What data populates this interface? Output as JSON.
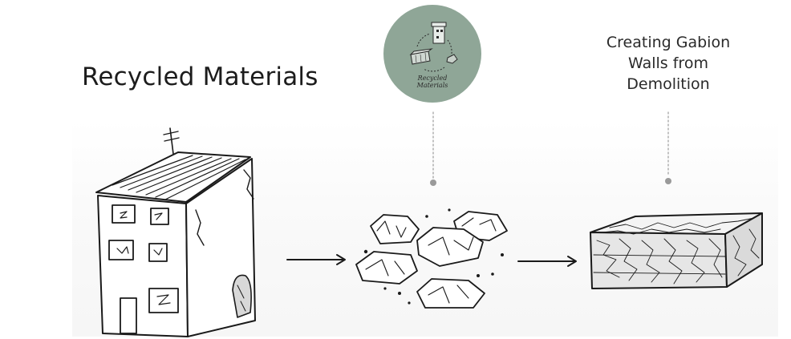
{
  "title": "Recycled Materials",
  "badge": {
    "label_line1": "Recycled",
    "label_line2": "Materials",
    "color": "#8fa697"
  },
  "caption": {
    "line1": "Creating Gabion",
    "line2": "Walls from",
    "line3": "Demolition"
  },
  "icons": [
    "building-sketch",
    "rubble-sketch",
    "gabion-wall-sketch",
    "arrow-right-icon"
  ],
  "colors": {
    "text": "#1c1c1c",
    "badge": "#8fa697",
    "dotted_line": "#9a9a9a"
  }
}
